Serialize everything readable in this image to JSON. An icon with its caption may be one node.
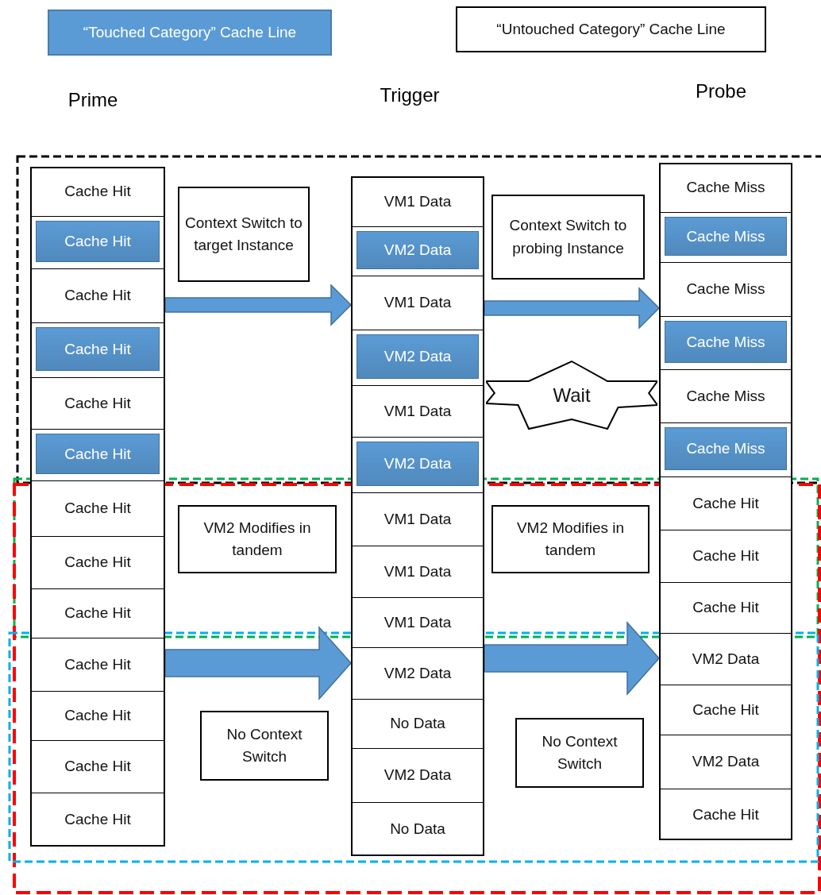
{
  "diagram": {
    "nodes": [
      {
        "text": [],
        "shape": "box"
      },
      {
        "text": [
          "Cache Hit"
        ],
        "in": 0
      },
      {
        "text": [
          "Cache Hit"
        ],
        "in": 0
      },
      {
        "text": [
          "Cache Hit"
        ],
        "in": 0
      },
      {
        "text": [
          "Cache Hit"
        ],
        "in": 0
      },
      {
        "text": [
          "Cache Hit"
        ],
        "in": 0
      },
      {
        "text": [
          "Cache Hit"
        ],
        "in": 0
      },
      {
        "text": [
          "Cache Hit"
        ],
        "in": 0
      },
      {
        "text": [
          "Cache Hit"
        ],
        "in": 0
      },
      {
        "text": [
          "Cache Hit"
        ],
        "in": 0
      },
      {
        "text": [
          "Cache Hit"
        ],
        "in": 0
      },
      {
        "text": [
          "Cache Hit"
        ],
        "in": 0
      },
      {
        "text": [
          "Cache Hit"
        ],
        "in": 0
      },
      {
        "text": [
          "Cache Hit"
        ],
        "in": 0
      },
      {
        "text": [],
        "shape": "box"
      },
      {
        "text": [
          "VM1 Data"
        ],
        "in": 14
      },
      {
        "text": [
          "VM2 Data"
        ],
        "in": 14
      },
      {
        "text": [
          "VM1 Data"
        ],
        "in": 14
      },
      {
        "text": [
          "VM2 Data"
        ],
        "in": 14
      },
      {
        "text": [
          "VM1 Data"
        ],
        "in": 14
      },
      {
        "text": [
          "VM2 Data"
        ],
        "in": 14
      },
      {
        "text": [
          "VM1 Data"
        ],
        "in": 14
      },
      {
        "text": [
          "VM1 Data"
        ],
        "in": 14
      },
      {
        "text": [
          "VM1 Data"
        ],
        "in": 14
      },
      {
        "text": [
          "VM2 Data"
        ],
        "in": 14
      },
      {
        "text": [
          "No Data"
        ],
        "in": 14
      },
      {
        "text": [
          "VM2 Data"
        ],
        "in": 14
      },
      {
        "text": [
          "No Data"
        ],
        "in": 14
      },
      {
        "text": [],
        "shape": "box"
      },
      {
        "text": [
          "Cache Miss"
        ],
        "in": 28
      },
      {
        "text": [
          "Cache Miss"
        ],
        "in": 28
      },
      {
        "text": [
          "Cache Miss"
        ],
        "in": 28
      },
      {
        "text": [
          "Cache Miss"
        ],
        "in": 28
      },
      {
        "text": [
          "Cache Miss"
        ],
        "in": 28
      },
      {
        "text": [
          "Cache Miss"
        ],
        "in": 28
      },
      {
        "text": [
          "Cache Hit"
        ],
        "in": 28
      },
      {
        "text": [
          "Cache Hit"
        ],
        "in": 28
      },
      {
        "text": [
          "Cache Hit"
        ],
        "in": 28
      },
      {
        "text": [
          "VM2 Data"
        ],
        "in": 28
      },
      {
        "text": [
          "Cache Hit"
        ],
        "in": 28
      },
      {
        "text": [
          "VM2 Data"
        ],
        "in": 28
      },
      {
        "text": [
          "Cache Hit"
        ],
        "in": 28
      },
      {
        "text": [
          "Context Switch to target Instance"
        ]
      },
      {
        "text": [
          "Context Switch to probing Instance"
        ]
      },
      {
        "text": [
          "Wait"
        ]
      },
      {
        "text": [
          "VM2 Modifies in tandem"
        ]
      },
      {
        "text": [
          "VM2 Modifies in tandem"
        ]
      },
      {
        "text": [
          "No Context Switch"
        ]
      },
      {
        "text": [
          "No Context Switch"
        ]
      }
    ],
    "edges": [
      {
        "from": 0,
        "to": 14,
        "arrow": "to"
      },
      {
        "from": 14,
        "to": 28,
        "arrow": "to"
      },
      {
        "from": 0,
        "to": 14,
        "arrow": "to",
        "style": "thick"
      },
      {
        "from": 14,
        "to": 28,
        "arrow": "to",
        "style": "thick"
      }
    ],
    "labels": [
      "Prime",
      "Trigger",
      "Probe"
    ],
    "legend": [
      {
        "text": "“Touched Category” Cache Line",
        "color": "#5b9bd5"
      },
      {
        "text": "“Untouched Category” Cache Line",
        "color": "#ffffff"
      }
    ]
  }
}
